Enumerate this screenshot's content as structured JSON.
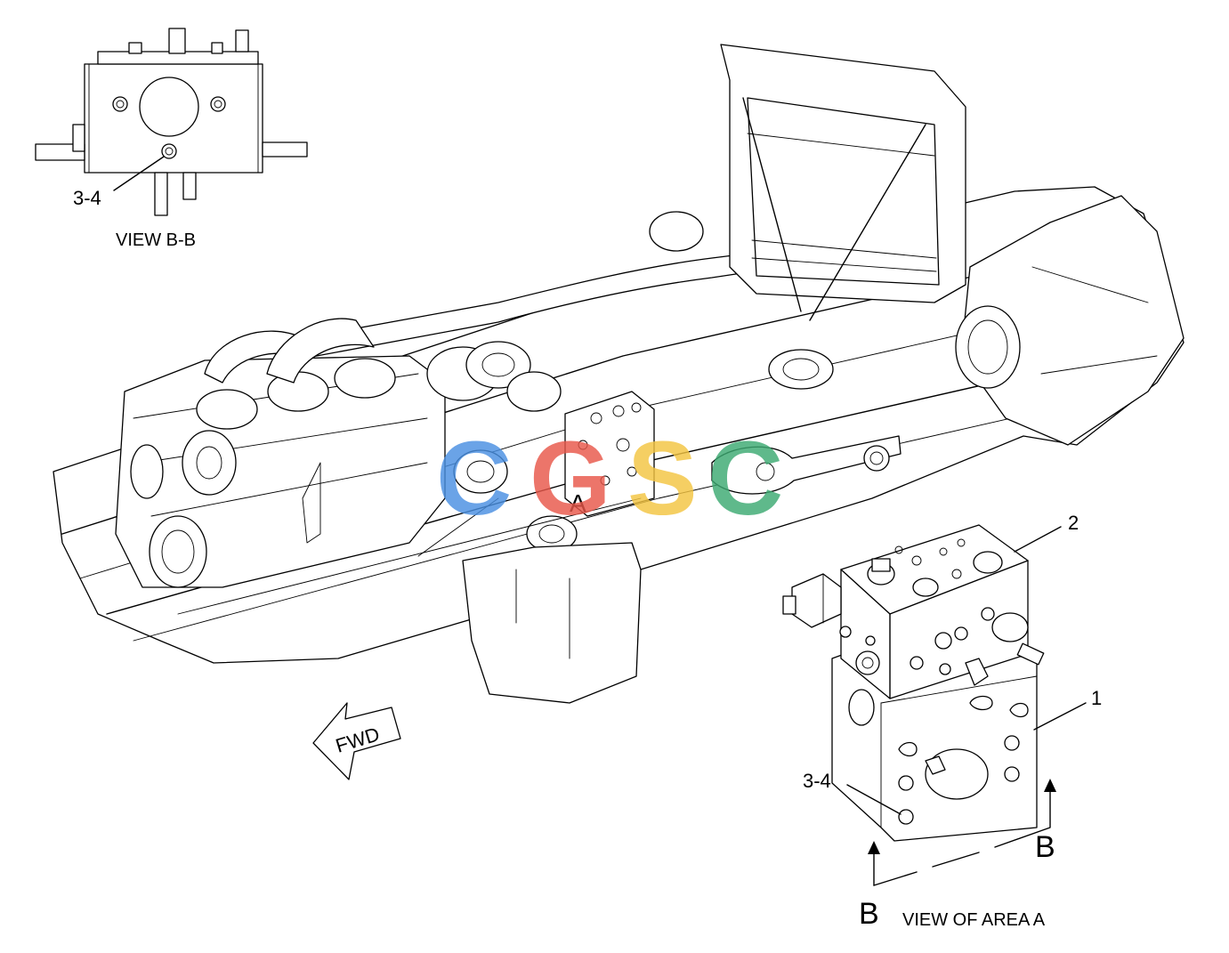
{
  "diagram": {
    "view_bb": {
      "callout": "3-4",
      "caption": "VIEW B-B"
    },
    "main": {
      "area_label": "A",
      "fwd_label": "FWD"
    },
    "view_area_a": {
      "callout_1": "1",
      "callout_2": "2",
      "callout_34": "3-4",
      "section_left": "B",
      "section_right": "B",
      "caption": "VIEW OF AREA A"
    },
    "watermark": {
      "letters": [
        "C",
        "G",
        "S",
        "C"
      ],
      "colors": [
        "#4a90e2",
        "#e8574a",
        "#f4c542",
        "#3daa72"
      ]
    }
  }
}
